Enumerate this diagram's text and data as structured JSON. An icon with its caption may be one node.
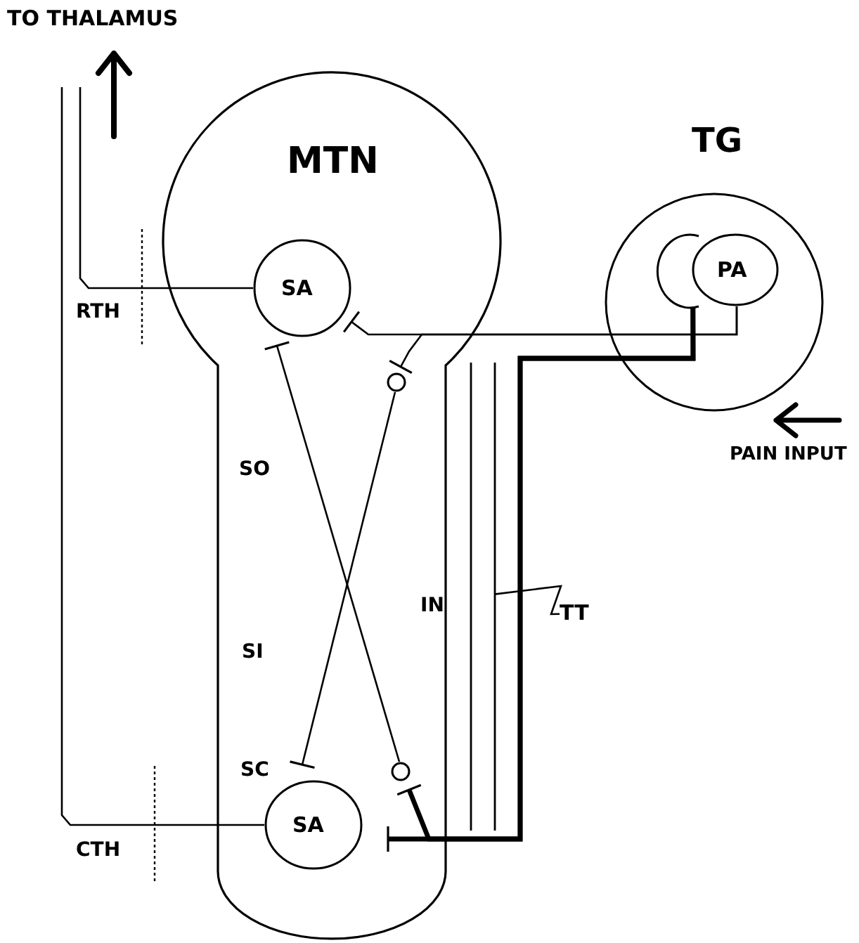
{
  "diagram": {
    "nodes": [
      {
        "text": [
          "MTN"
        ]
      },
      {
        "text": [
          "SA"
        ],
        "in": 0
      },
      {
        "text": [],
        "shape": "circle",
        "in": 0
      },
      {
        "text": [],
        "shape": "circle",
        "in": 0
      },
      {
        "text": [
          "SA"
        ],
        "in": 0
      },
      {
        "text": [
          "TG"
        ]
      },
      {
        "text": [],
        "shape": "circle",
        "in": 5
      },
      {
        "text": [
          "PA"
        ],
        "in": 5
      },
      {
        "text": [
          "TT"
        ]
      },
      {
        "text": [],
        "shape": "bar"
      }
    ],
    "edges": [
      {
        "from": 1,
        "to": null,
        "arrow": "none"
      },
      {
        "from": 4,
        "to": null,
        "arrow": "none"
      },
      {
        "from": 7,
        "to": 1,
        "arrow": "other"
      },
      {
        "from": 6,
        "to": 4,
        "arrow": "other",
        "style": "thick"
      },
      {
        "from": 7,
        "to": 2,
        "arrow": "other"
      },
      {
        "from": 6,
        "to": 3,
        "arrow": "other",
        "style": "thick"
      },
      {
        "from": 2,
        "to": 4,
        "arrow": "other"
      },
      {
        "from": 3,
        "to": 1,
        "arrow": "other"
      },
      {
        "from": 8,
        "to": 9,
        "arrow": "none"
      }
    ],
    "labels": [
      "TO THALAMUS",
      "RTH",
      "PAIN INPUT",
      "SO",
      "IN",
      "SI",
      "SC",
      "CTH"
    ]
  }
}
